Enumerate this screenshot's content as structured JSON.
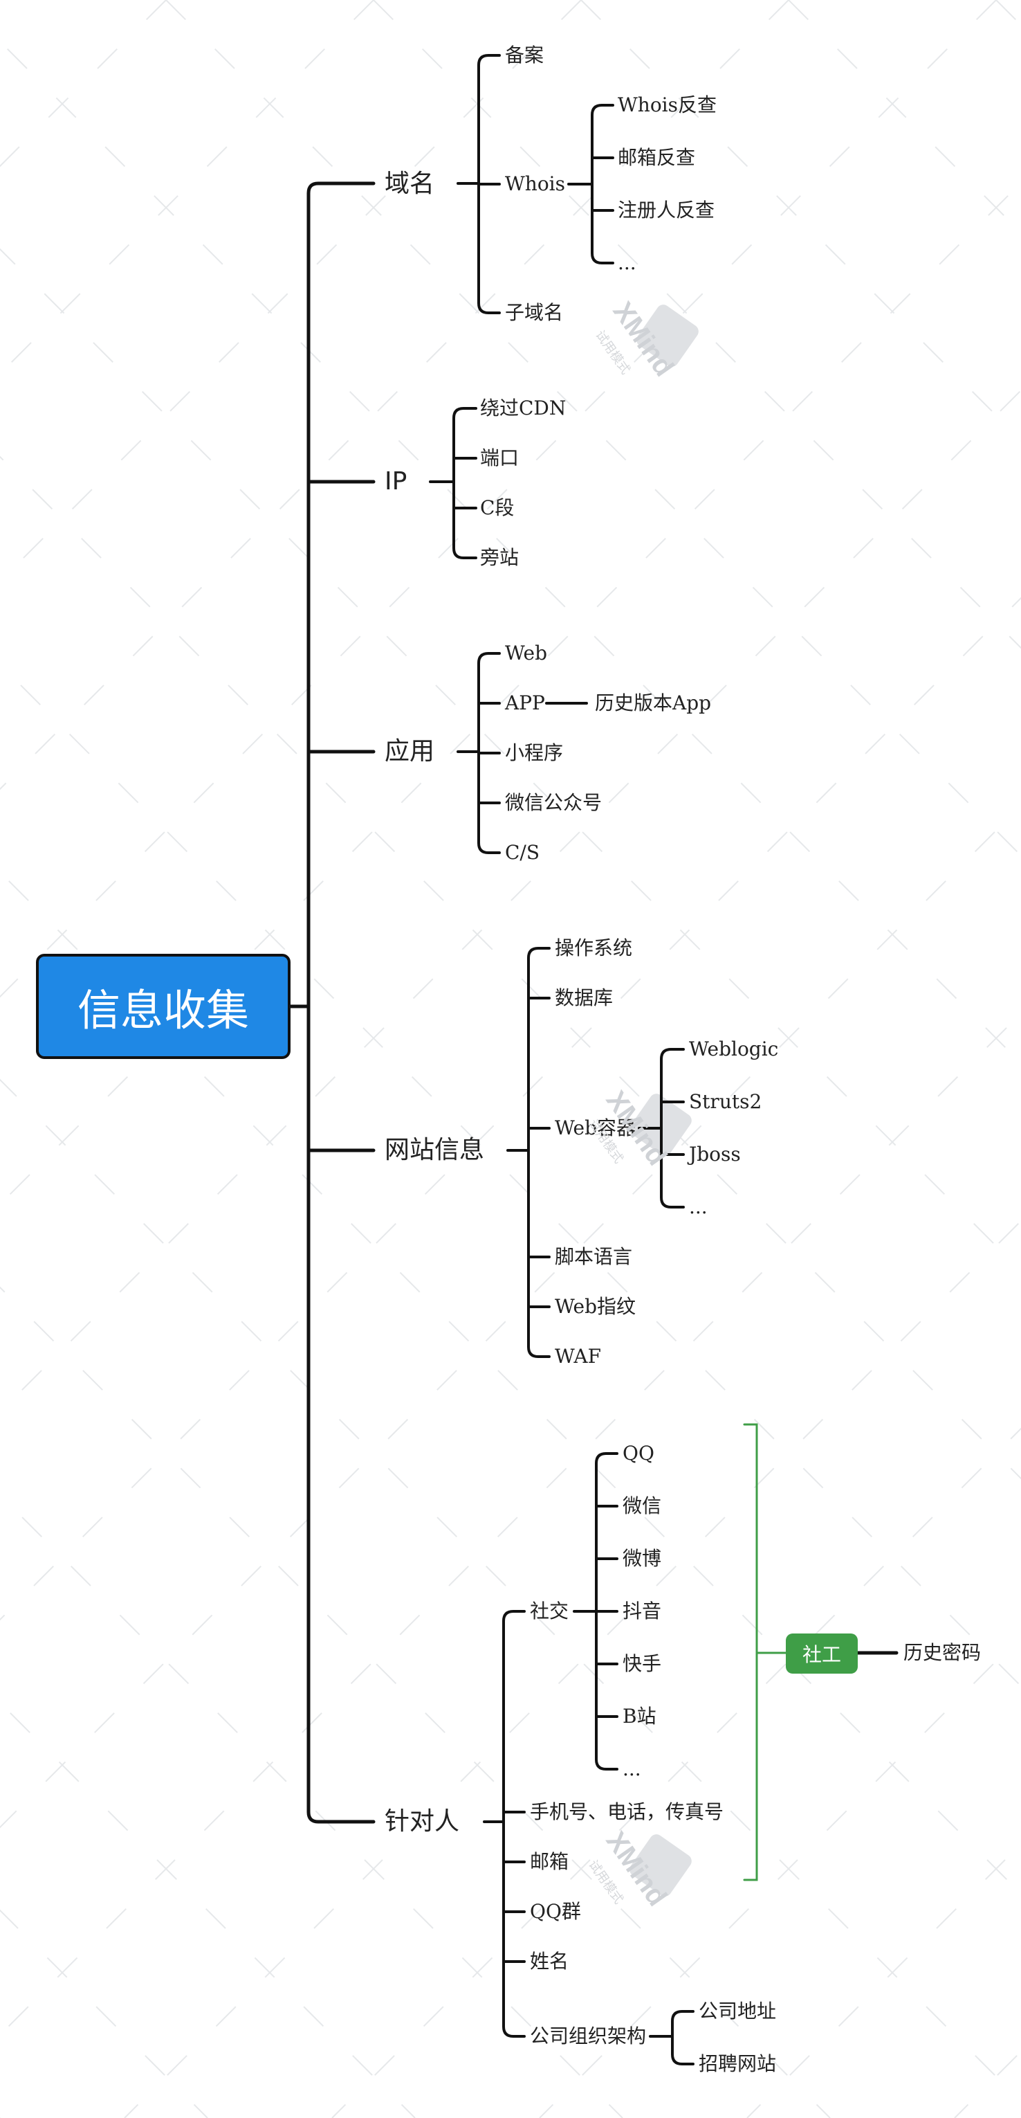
{
  "mindmap": {
    "root": "信息收集",
    "branches": [
      {
        "key": "domain",
        "label": "域名",
        "children": [
          {
            "label": "备案"
          },
          {
            "label": "Whois",
            "children": [
              "Whois反查",
              "邮箱反查",
              "注册人反查",
              "..."
            ]
          },
          {
            "label": "子域名"
          }
        ]
      },
      {
        "key": "ip",
        "label": "IP",
        "children": [
          {
            "label": "绕过CDN"
          },
          {
            "label": "端口"
          },
          {
            "label": "C段"
          },
          {
            "label": "旁站"
          }
        ]
      },
      {
        "key": "app",
        "label": "应用",
        "children": [
          {
            "label": "Web"
          },
          {
            "label": "APP",
            "children": [
              "历史版本App"
            ]
          },
          {
            "label": "小程序"
          },
          {
            "label": "微信公众号"
          },
          {
            "label": "C/S"
          }
        ]
      },
      {
        "key": "site",
        "label": "网站信息",
        "children": [
          {
            "label": "操作系统"
          },
          {
            "label": "数据库"
          },
          {
            "label": "Web容器",
            "children": [
              "Weblogic",
              "Struts2",
              "Jboss",
              "..."
            ]
          },
          {
            "label": "脚本语言"
          },
          {
            "label": "Web指纹"
          },
          {
            "label": "WAF"
          }
        ]
      },
      {
        "key": "person",
        "label": "针对人",
        "children": [
          {
            "label": "社交",
            "children": [
              "QQ",
              "微信",
              "微博",
              "抖音",
              "快手",
              "B站",
              "..."
            ]
          },
          {
            "label": "手机号、电话，传真号"
          },
          {
            "label": "邮箱"
          },
          {
            "label": "QQ群"
          },
          {
            "label": "姓名"
          },
          {
            "label": "公司组织架构",
            "children": [
              "公司地址",
              "招聘网站"
            ]
          }
        ]
      }
    ],
    "summary": {
      "label": "社工",
      "child": "历史密码"
    }
  },
  "watermark": {
    "brand": "XMind",
    "subtitle": "试用模式"
  },
  "colors": {
    "root_fill": "#1f88e5",
    "summary_fill": "#3f9e47",
    "summary_bracket": "#3f9e47",
    "line": "#111111"
  }
}
